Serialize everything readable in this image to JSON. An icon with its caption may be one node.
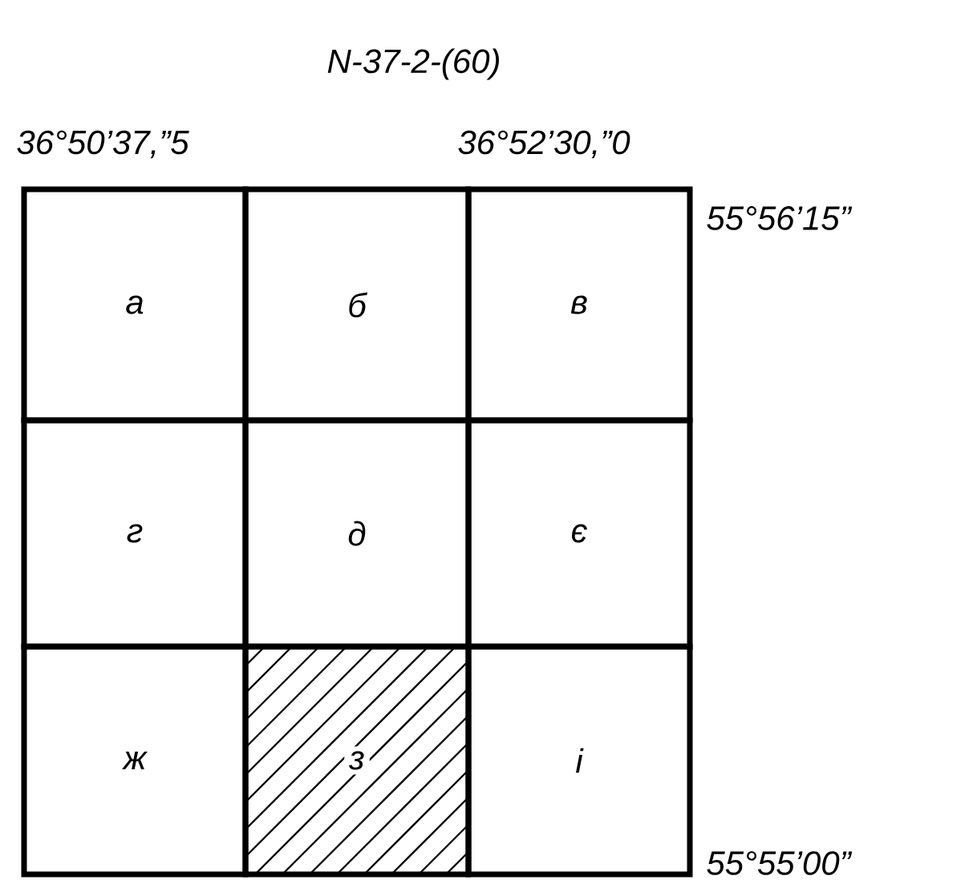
{
  "diagram": {
    "title": "N-37-2-(60)",
    "nodes": [
      {
        "text": [
          "а"
        ]
      },
      {
        "text": [
          "б"
        ]
      },
      {
        "text": [
          "в"
        ]
      },
      {
        "text": [
          "г"
        ]
      },
      {
        "text": [
          "д"
        ]
      },
      {
        "text": [
          "є"
        ]
      },
      {
        "text": [
          "ж"
        ]
      },
      {
        "text": [
          "з"
        ]
      },
      {
        "text": [
          "і"
        ]
      }
    ],
    "labels": [
      "36°50’37,”5",
      "36°52’30,”0",
      "55°56’15”",
      "55°55’00”"
    ]
  }
}
